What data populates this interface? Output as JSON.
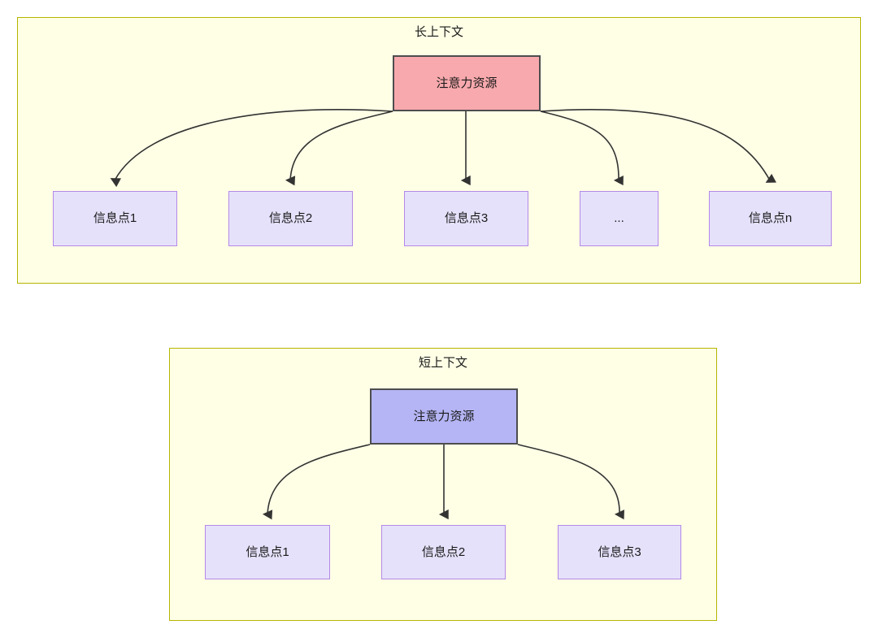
{
  "diagrams": [
    {
      "id": "long-context",
      "title": "长上下文",
      "root": {
        "label": "注意力资源"
      },
      "children": [
        {
          "label": "信息点1"
        },
        {
          "label": "信息点2"
        },
        {
          "label": "信息点3"
        },
        {
          "label": "..."
        },
        {
          "label": "信息点n"
        }
      ]
    },
    {
      "id": "short-context",
      "title": "短上下文",
      "root": {
        "label": "注意力资源"
      },
      "children": [
        {
          "label": "信息点1"
        },
        {
          "label": "信息点2"
        },
        {
          "label": "信息点3"
        }
      ]
    }
  ],
  "colors": {
    "group_fill": "#ffffe6",
    "group_border": "#b5b500",
    "attention_long_fill": "#f8a9ad",
    "attention_short_fill": "#b5b5f5",
    "node_border_dark": "#4d4d4d",
    "info_fill": "#e6e1fb",
    "info_border": "#b389e8",
    "edge_stroke": "#333333",
    "text": "#1a1a1a",
    "page_background": "#ffffff"
  }
}
